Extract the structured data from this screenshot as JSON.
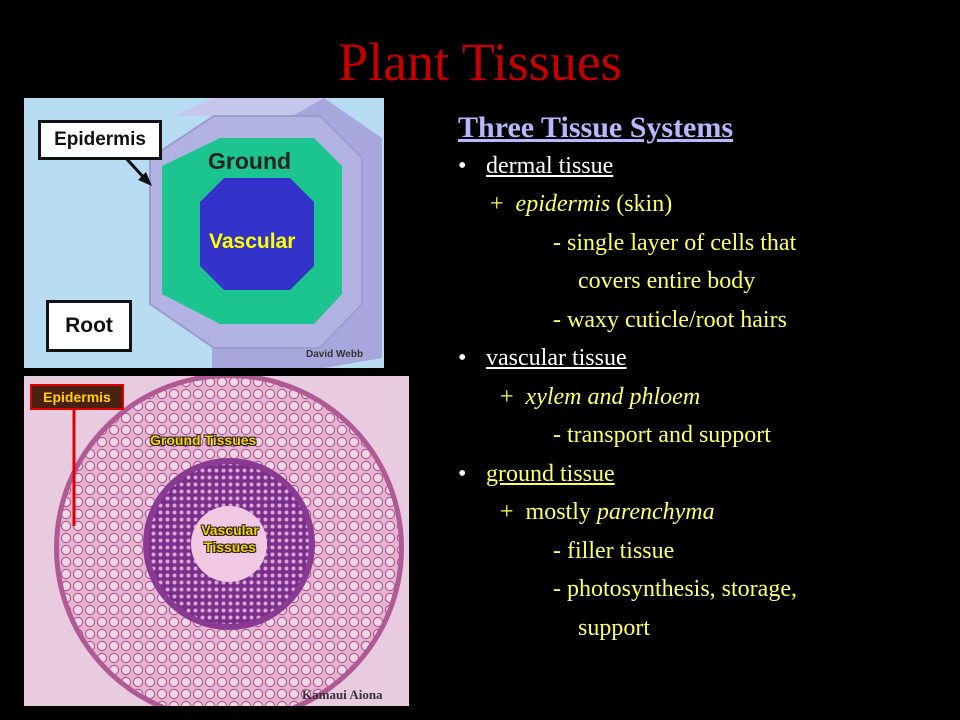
{
  "title": "Plant Tissues",
  "diagram": {
    "epidermis_label": "Epidermis",
    "ground_label": "Ground",
    "vascular_label": "Vascular",
    "root_label": "Root",
    "credit": "David Webb"
  },
  "micrograph": {
    "epidermis_label": "Epidermis",
    "ground_label": "Ground Tissues",
    "vascular_label_1": "Vascular",
    "vascular_label_2": "Tissues",
    "credit": "Kamaui Aiona"
  },
  "content": {
    "heading": "Three Tissue Systems",
    "dermal": {
      "bullet": "•",
      "title": "dermal tissue",
      "plus": "+",
      "sub_italic": "epidermis",
      "sub_rest": "(skin)",
      "point1a": "-  single layer of cells that",
      "point1b": "covers entire body",
      "point2": "-  waxy cuticle/root hairs"
    },
    "vascular": {
      "bullet": "•",
      "title": "vascular tissue",
      "plus": "+",
      "sub_italic": "xylem and phloem",
      "point1": "-  transport and support"
    },
    "ground": {
      "bullet": "•",
      "title": "ground tissue",
      "plus": "+",
      "sub_plain": "mostly",
      "sub_italic": "parenchyma",
      "point1": "-  filler tissue",
      "point2a": "-  photosynthesis, storage,",
      "point2b": "support"
    }
  },
  "colors": {
    "background": "#000000",
    "title": "#c40000",
    "heading": "#b8b8ff",
    "body_text": "#ffffff",
    "detail_text": "#ffff66",
    "ground_green": "#1cc58f",
    "vascular_blue": "#3333cc"
  }
}
